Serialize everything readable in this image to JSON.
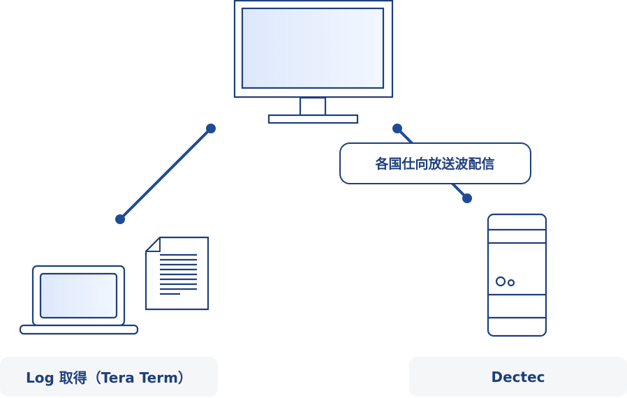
{
  "bubble": {
    "label": "各国仕向放送波配信"
  },
  "captions": {
    "left": "Log 取得（Tera Term）",
    "right": "Dectec"
  },
  "colors": {
    "primary": "#1e3f7c",
    "line": "#1f4b96",
    "screen_fill": "#e4edfb",
    "caption_bg": "#f5f6f8"
  },
  "icons": [
    "monitor-icon",
    "laptop-icon",
    "document-icon",
    "tower-pc-icon"
  ]
}
